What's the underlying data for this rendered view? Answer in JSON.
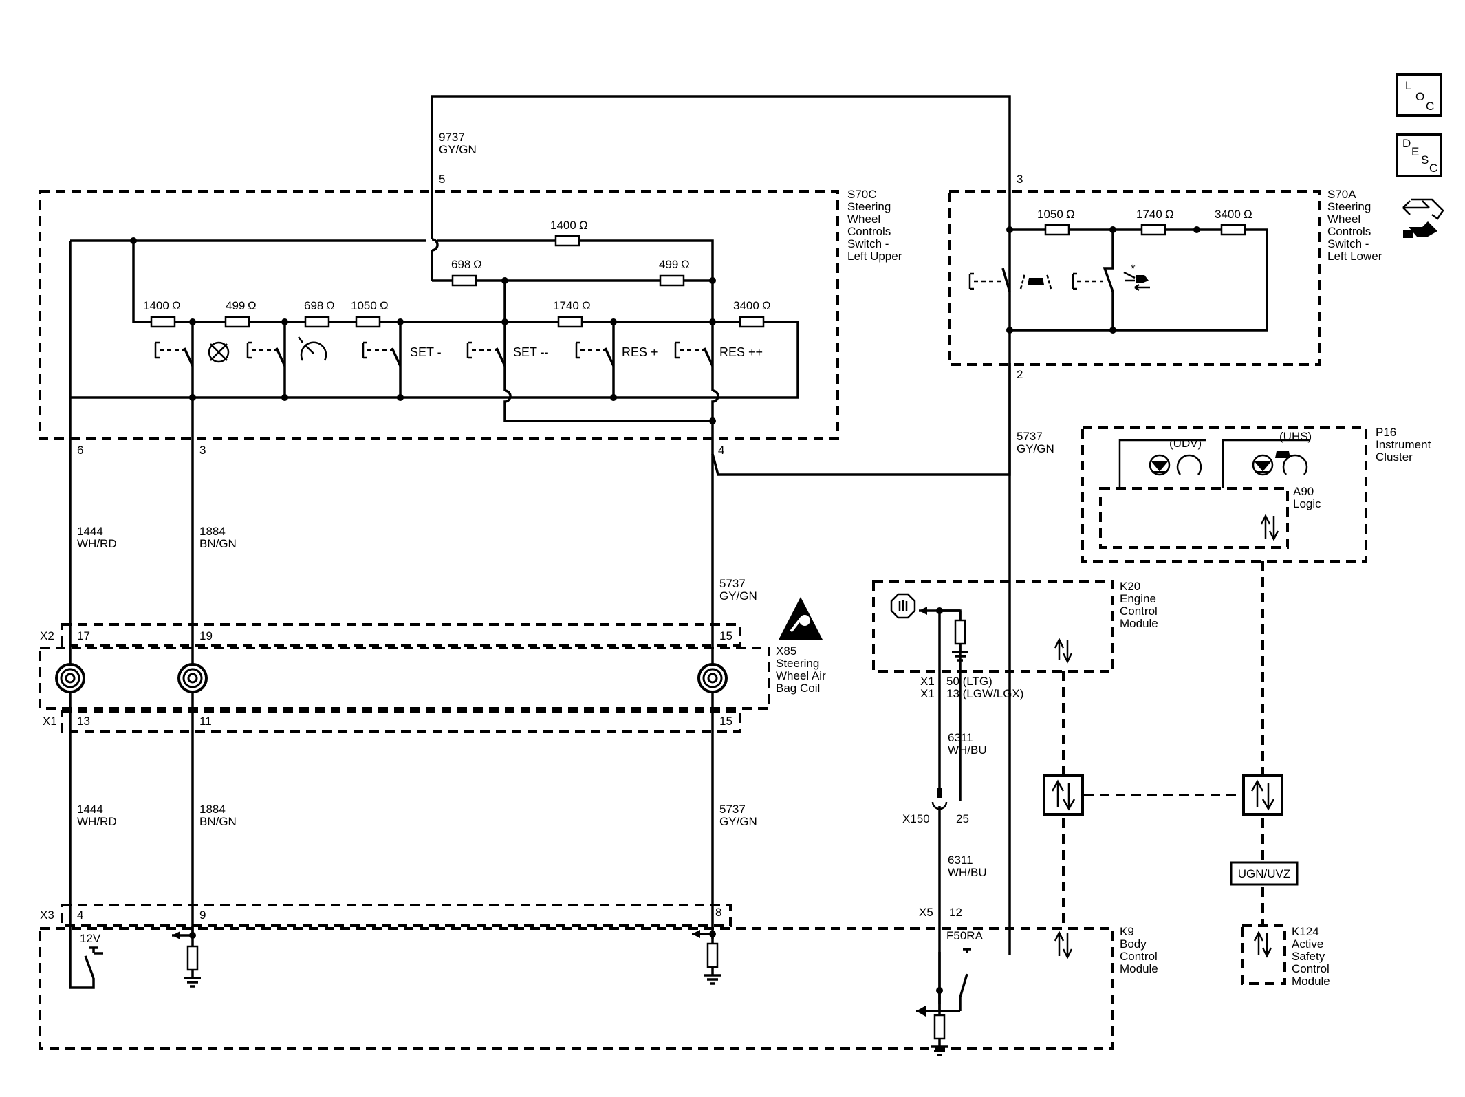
{
  "diagram": {
    "nav_icons": {
      "loc": [
        "L",
        "O",
        "C"
      ],
      "desc": [
        "D",
        "E",
        "S",
        "C"
      ]
    },
    "s70c_lines": [
      "S70C",
      "Steering",
      "Wheel",
      "Controls",
      "Switch -",
      "Left Upper"
    ],
    "s70a_lines": [
      "S70A",
      "Steering",
      "Wheel",
      "Controls",
      "Switch -",
      "Left Lower"
    ],
    "p16_lines": [
      "P16",
      "Instrument",
      "Cluster"
    ],
    "a90_lines": [
      "A90",
      "Logic"
    ],
    "k20_lines": [
      "K20",
      "Engine",
      "Control",
      "Module"
    ],
    "x85_lines": [
      "X85",
      "Steering",
      "Wheel Air",
      "Bag Coil"
    ],
    "k9_lines": [
      "K9",
      "Body",
      "Control",
      "Module"
    ],
    "k124_lines": [
      "K124",
      "Active",
      "Safety",
      "Control",
      "Module"
    ],
    "wires": {
      "w9737": [
        "9737",
        "GY/GN"
      ],
      "w5737_top": [
        "5737",
        "GY/GN"
      ],
      "w1444_a": [
        "1444",
        "WH/RD"
      ],
      "w1884_a": [
        "1884",
        "BN/GN"
      ],
      "w5737_a": [
        "5737",
        "GY/GN"
      ],
      "w1444_b": [
        "1444",
        "WH/RD"
      ],
      "w1884_b": [
        "1884",
        "BN/GN"
      ],
      "w5737_b": [
        "5737",
        "GY/GN"
      ],
      "w6311_a": [
        "6311",
        "WH/BU"
      ],
      "w6311_b": [
        "6311",
        "WH/BU"
      ]
    },
    "resistors_upper": {
      "r1400_top": "1400",
      "r698_mid": "698",
      "r499_mid": "499",
      "r1400_row": "1400",
      "r499_row": "499",
      "r698_row": "698",
      "r1050_row": "1050",
      "r1740_row": "1740",
      "r3400_row": "3400"
    },
    "resistors_lower": {
      "r1050": "1050",
      "r1740": "1740",
      "r3400": "3400"
    },
    "ohm_symbol": "Ω",
    "switch_labels": {
      "set_minus": "SET -",
      "set_minus2": "SET --",
      "res_plus": "RES +",
      "res_plus2": "RES ++"
    },
    "pins": {
      "p5": "5",
      "p3_top": "3",
      "p2": "2",
      "p6": "6",
      "p3": "3",
      "p4": "4",
      "x2": "X2",
      "x2_17": "17",
      "x2_19": "19",
      "x2_15": "15",
      "x1": "X1",
      "x1_13": "13",
      "x1_11": "11",
      "x1_15": "15",
      "x3": "X3",
      "x3_4": "4",
      "x3_9": "9",
      "x3_8": "8",
      "x5": "X5",
      "x5_12": "12",
      "x150": "X150",
      "x150_25": "25",
      "k20_x1a": "X1",
      "k20_x1b": "X1",
      "k20_50": "50 (LTG)",
      "k20_13": "13 (LGW/LGX)"
    },
    "udv": "(UDV)",
    "uhs": "(UHS)",
    "ugn_uvz": "UGN/UVZ",
    "k9_12v": "12V",
    "f50ra": "F50RA"
  }
}
